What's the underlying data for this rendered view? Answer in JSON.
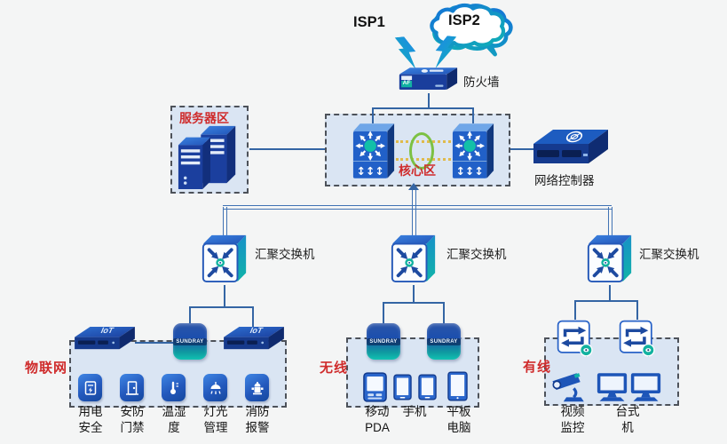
{
  "clouds": [
    {
      "label": "ISP1"
    },
    {
      "label": "ISP2"
    }
  ],
  "firewall": {
    "label": "防火墙",
    "badge": "AF"
  },
  "zones": {
    "server": {
      "label": "服务器区"
    },
    "core": {
      "label": "核心区"
    },
    "iot": {
      "label": "物联网"
    },
    "wireless": {
      "label": "无线"
    },
    "wired": {
      "label": "有线"
    }
  },
  "controller": {
    "label": "网络控制器"
  },
  "agg_label": "汇聚交换机",
  "ap_brand": "SUNDRAY",
  "gateway_label": "IoT",
  "iot_devices": [
    {
      "line1": "用电",
      "line2": "安全"
    },
    {
      "line1": "安防",
      "line2": "门禁"
    },
    {
      "line1": "温湿",
      "line2": "度"
    },
    {
      "line1": "灯光",
      "line2": "管理"
    },
    {
      "line1": "消防",
      "line2": "报警"
    }
  ],
  "wireless_devices": [
    {
      "line1": "移动",
      "line2": "PDA"
    },
    {
      "line1": "手机",
      "line2": ""
    },
    {
      "line1": "平板",
      "line2": "电脑"
    }
  ],
  "wired_devices": [
    {
      "line1": "视频",
      "line2": "监控"
    },
    {
      "line1": "台式",
      "line2": "机"
    }
  ],
  "colors": {
    "device_blue": "#1d55b8",
    "teal": "#12b2a0",
    "zone_fill": "#d7e3f2",
    "line_blue": "#3465a4",
    "label_red": "#cf2b2b"
  }
}
